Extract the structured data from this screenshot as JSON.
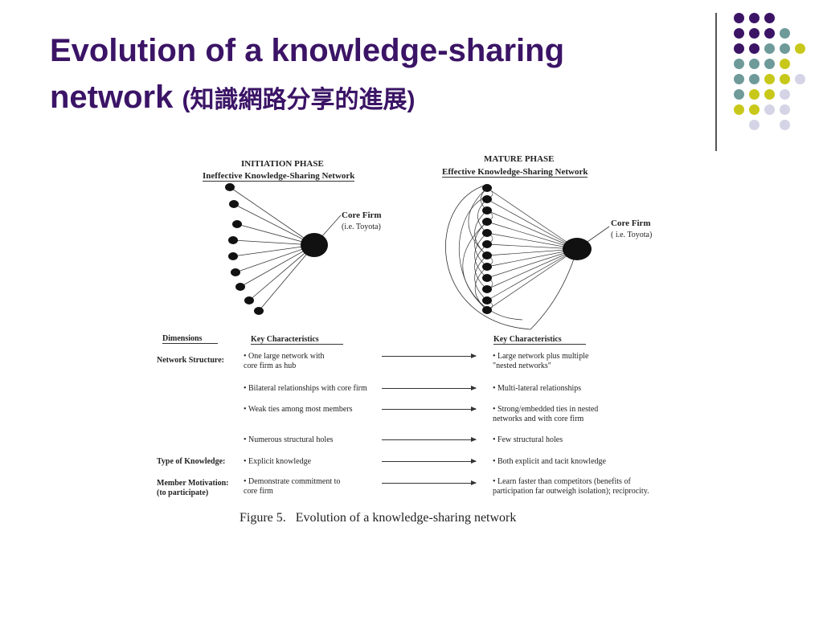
{
  "slide": {
    "title_en": "Evolution of a knowledge-sharing network",
    "title_zh": "(知識網路分享的進展)"
  },
  "colors": {
    "title": "#3b1466",
    "purple": "#3b1466",
    "teal": "#6f9a9a",
    "yellow": "#c8c81a",
    "lavender": "#d4d4e6"
  },
  "figure": {
    "left_phase": {
      "title": "INITIATION PHASE",
      "subtitle": "Ineffective Knowledge-Sharing Network",
      "hub_label": "Core Firm",
      "hub_sub": "(i.e. Toyota)"
    },
    "right_phase": {
      "title": "MATURE PHASE",
      "subtitle": "Effective Knowledge-Sharing Network",
      "hub_label": "Core Firm",
      "hub_sub": "( i.e. Toyota)"
    },
    "table": {
      "headers": {
        "dimensions": "Dimensions",
        "left": "Key Characteristics",
        "right": "Key Characteristics"
      },
      "rows": [
        {
          "dimension": "Network Structure:",
          "left": "• One large network with\ncore firm as hub",
          "right": "• Large network plus multiple\n\"nested networks\""
        },
        {
          "dimension": "",
          "left": "• Bilateral relationships with core firm",
          "right": "• Multi-lateral relationships"
        },
        {
          "dimension": "",
          "left": "• Weak ties among most members",
          "right": "• Strong/embedded ties in nested\nnetworks and with core firm"
        },
        {
          "dimension": "",
          "left": "• Numerous structural holes",
          "right": "• Few structural holes"
        },
        {
          "dimension": "Type of Knowledge:",
          "left": "• Explicit knowledge",
          "right": "• Both explicit and tacit knowledge"
        },
        {
          "dimension": "Member Motivation:\n(to participate)",
          "left": "• Demonstrate commitment to\ncore firm",
          "right": "• Learn faster than competitors (benefits of\nparticipation far outweigh isolation); reciprocity."
        }
      ]
    },
    "caption": "Figure 5.   Evolution of a knowledge-sharing network"
  }
}
